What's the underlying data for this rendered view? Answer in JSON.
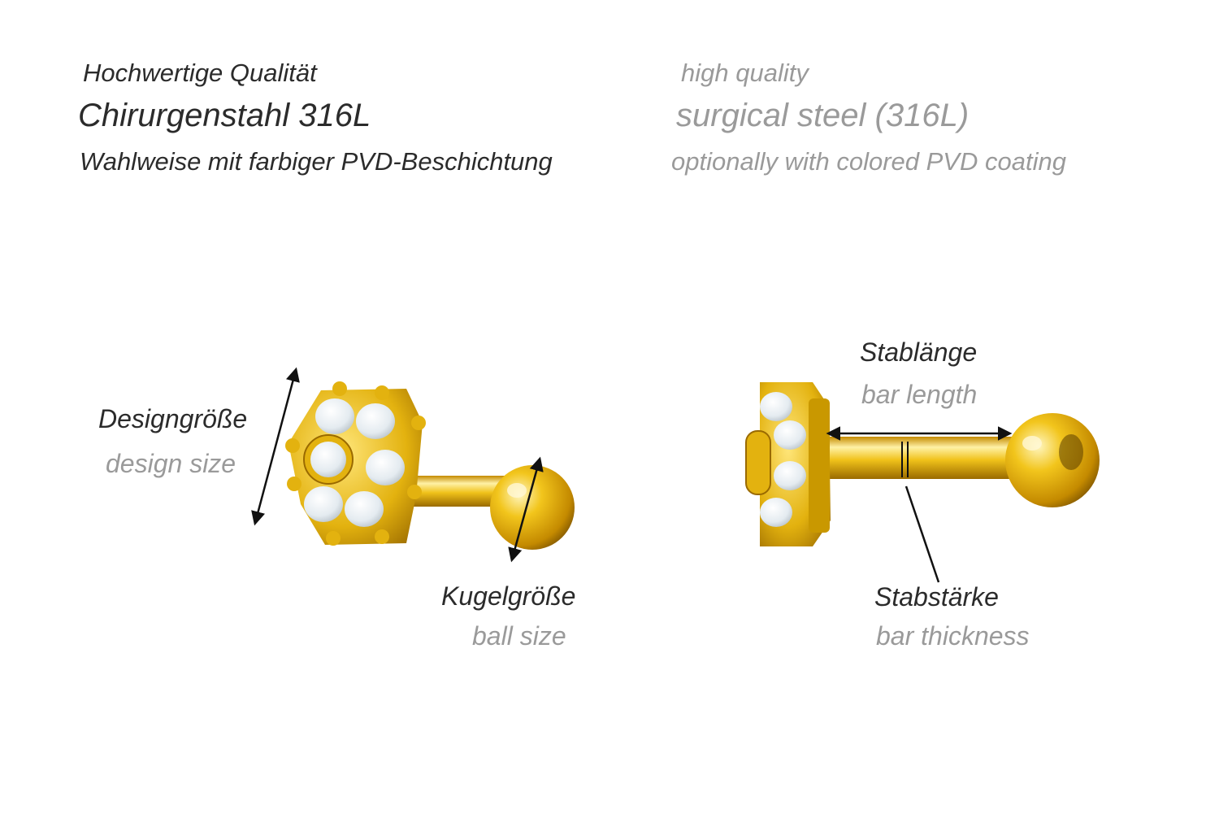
{
  "header": {
    "de": {
      "line1": "Hochwertige Qualität",
      "line2": "Chirurgenstahl 316L",
      "line3": "Wahlweise mit farbiger PVD-Beschichtung"
    },
    "en": {
      "line1": "high quality",
      "line2": "surgical steel (316L)",
      "line3": "optionally with colored PVD coating"
    }
  },
  "labels": {
    "design_size": {
      "de": "Designgröße",
      "en": "design size"
    },
    "ball_size": {
      "de": "Kugelgröße",
      "en": "ball size"
    },
    "bar_length": {
      "de": "Stablänge",
      "en": "bar length"
    },
    "bar_thickness": {
      "de": "Stabstärke",
      "en": "bar thickness"
    }
  },
  "colors": {
    "gold": "#e3b20f",
    "gold_dark": "#9a6a00",
    "gold_light": "#fff1a6",
    "stone": "#eef3f7",
    "text_de": "#2b2b2b",
    "text_en": "#9a9a9a"
  },
  "icons": [
    "flower-barbell-front-view",
    "flower-barbell-side-view",
    "dimension-arrow"
  ]
}
